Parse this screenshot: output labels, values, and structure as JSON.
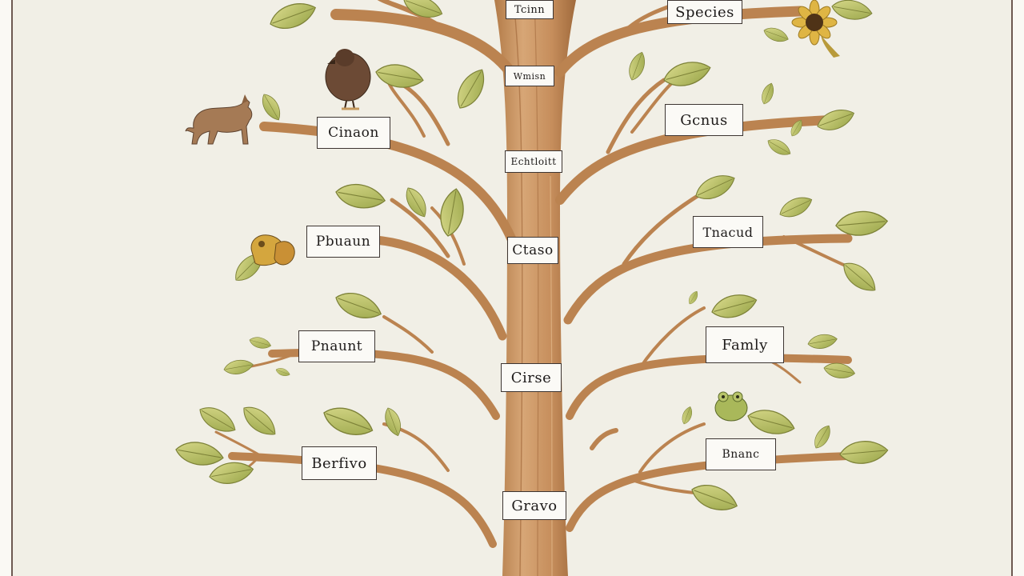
{
  "labels": {
    "trunk": [
      "Tcinn",
      "Wmisn",
      "Echtloitt",
      "Ctaso",
      "Cirse",
      "Gravo"
    ],
    "left": [
      "Cinaon",
      "Pbuaun",
      "Pnaunt",
      "Berfivo"
    ],
    "right": [
      "Species",
      "Gcnus",
      "Tnacud",
      "Famly",
      "Bnanc"
    ]
  },
  "colors": {
    "background": "#f1efe6",
    "trunk": "#c99462",
    "branch": "#bb8350",
    "leaf_light": "#c9cc6e",
    "leaf_mid": "#a8b44c",
    "leaf_dark": "#8a9040"
  },
  "icons": [
    "wolf-icon",
    "bird-icon",
    "squirrel-icon",
    "sunflower-icon",
    "frog-icon"
  ]
}
